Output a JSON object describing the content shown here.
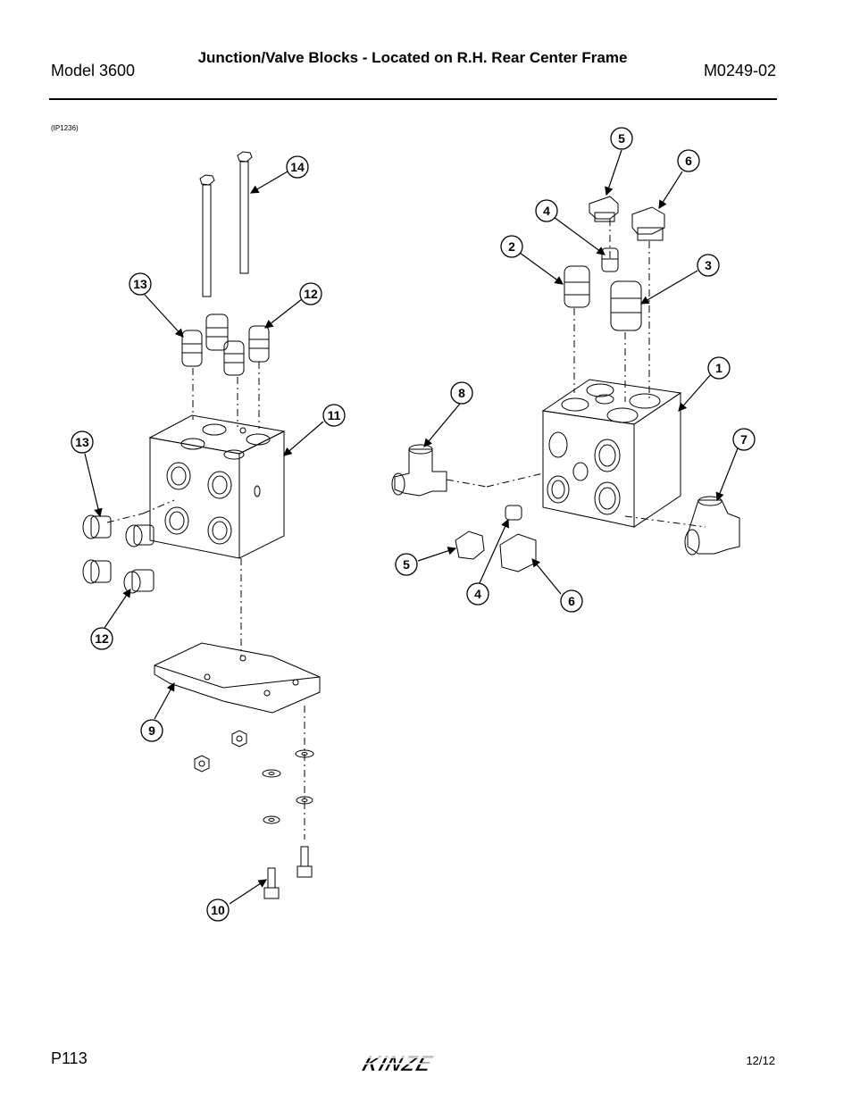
{
  "header": {
    "model": "Model 3600",
    "title": "Junction/Valve Blocks - Located on R.H. Rear Center Frame",
    "doc_code": "M0249-02"
  },
  "image_ref": "(IP1236)",
  "callouts": {
    "c14": "14",
    "c13a": "13",
    "c12a": "12",
    "c11": "11",
    "c13b": "13",
    "c12b": "12",
    "c9": "9",
    "c10": "10",
    "c5a": "5",
    "c6a": "6",
    "c4a": "4",
    "c2": "2",
    "c3": "3",
    "c1": "1",
    "c8": "8",
    "c7": "7",
    "c5b": "5",
    "c4b": "4",
    "c6b": "6"
  },
  "footer": {
    "page": "P113",
    "date": "12/12",
    "logo_text": "KINZE"
  }
}
